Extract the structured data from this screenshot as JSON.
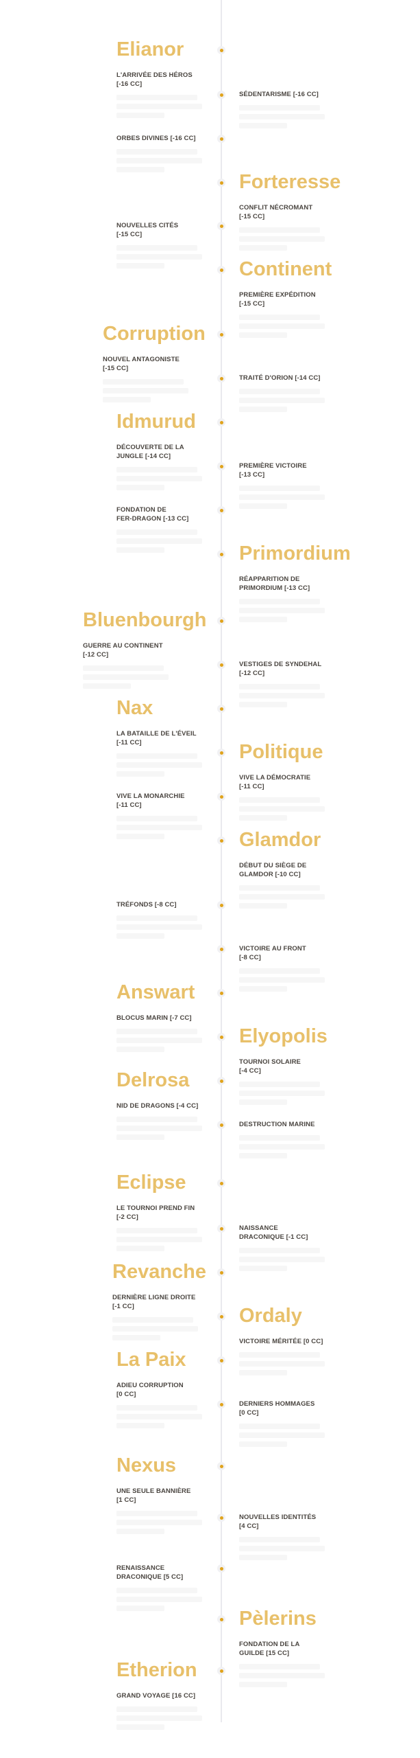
{
  "accent_color": "#e8c06a",
  "dot_color": "#e0a31c",
  "events": [
    {
      "title": "Elianor",
      "heading": "L'ARRIVÉE DES HÉROS\n[-16 CC]"
    },
    {
      "heading": "SÉDENTARISME [-16 CC]"
    },
    {
      "heading": "ORBES DIVINES [-16 CC]"
    },
    {
      "title": "Forteresse",
      "heading": "CONFLIT NÉCROMANT\n[-15 CC]"
    },
    {
      "heading": "NOUVELLES CITÉS\n[-15 CC]"
    },
    {
      "title": "Continent",
      "heading": "PREMIÈRE EXPÉDITION\n[-15 CC]"
    },
    {
      "title": "Corruption",
      "heading": "NOUVEL ANTAGONISTE\n[-15 CC]"
    },
    {
      "heading": "TRAITÉ D'ORION [-14 CC]"
    },
    {
      "title": "Idmurud",
      "heading": "DÉCOUVERTE DE LA\nJUNGLE   [-14 CC]"
    },
    {
      "heading": "PREMIÈRE VICTOIRE\n[-13 CC]"
    },
    {
      "heading": "FONDATION DE\nFER-DRAGON [-13 CC]"
    },
    {
      "title": "Primordium",
      "heading": "RÉAPPARITION DE\nPRIMORDIUM  [-13 CC]"
    },
    {
      "title": "Bluenbourgh",
      "heading": "GUERRE AU CONTINENT\n[-12 CC]"
    },
    {
      "heading": "VESTIGES DE SYNDEHAL\n[-12 CC]"
    },
    {
      "title": "Nax",
      "heading": "LA BATAILLE DE L'ÉVEIL\n[-11 CC]"
    },
    {
      "title": "Politique",
      "heading": "VIVE LA DÉMOCRATIE\n[-11 CC]"
    },
    {
      "heading": "VIVE LA MONARCHIE\n[-11 CC]"
    },
    {
      "title": "Glamdor",
      "heading": "DÉBUT DU SIÈGE DE\nGLAMDOR [-10 CC]"
    },
    {
      "heading": "TRÉFONDS [-8 CC]"
    },
    {
      "heading": "VICTOIRE AU FRONT\n[-8 CC]"
    },
    {
      "title": "Answart",
      "heading": "BLOCUS MARIN [-7 CC]"
    },
    {
      "title": "Elyopolis",
      "heading": "TOURNOI SOLAIRE\n[-4 CC]"
    },
    {
      "title": "Delrosa",
      "heading": "NID DE DRAGONS [-4 CC]"
    },
    {
      "heading": "DESTRUCTION MARINE"
    },
    {
      "title": "Eclipse",
      "heading": "LE TOURNOI PREND FIN\n[-2 CC]"
    },
    {
      "heading": "NAISSANCE\nDRACONIQUE [-1 CC]"
    },
    {
      "title": "Revanche",
      "heading": "DERNIÈRE LIGNE DROITE\n[-1 CC]"
    },
    {
      "title": "Ordaly",
      "heading": "VICTOIRE MÉRITÉE [0 CC]"
    },
    {
      "title": "La Paix",
      "heading": "ADIEU CORRUPTION\n[0 CC]"
    },
    {
      "heading": "DERNIERS HOMMAGES\n[0 CC]"
    },
    {
      "title": "Nexus",
      "heading": "UNE SEULE BANNIÈRE\n[1 CC]"
    },
    {
      "heading": "NOUVELLES IDENTITÉS\n[4 CC]"
    },
    {
      "heading": "RENAISSANCE\nDRACONIQUE [5 CC]"
    },
    {
      "title": "Pèlerins",
      "heading": "FONDATION DE LA\nGUILDE [15 CC]"
    },
    {
      "title": "Etherion",
      "heading": "GRAND VOYAGE [16 CC]"
    }
  ]
}
